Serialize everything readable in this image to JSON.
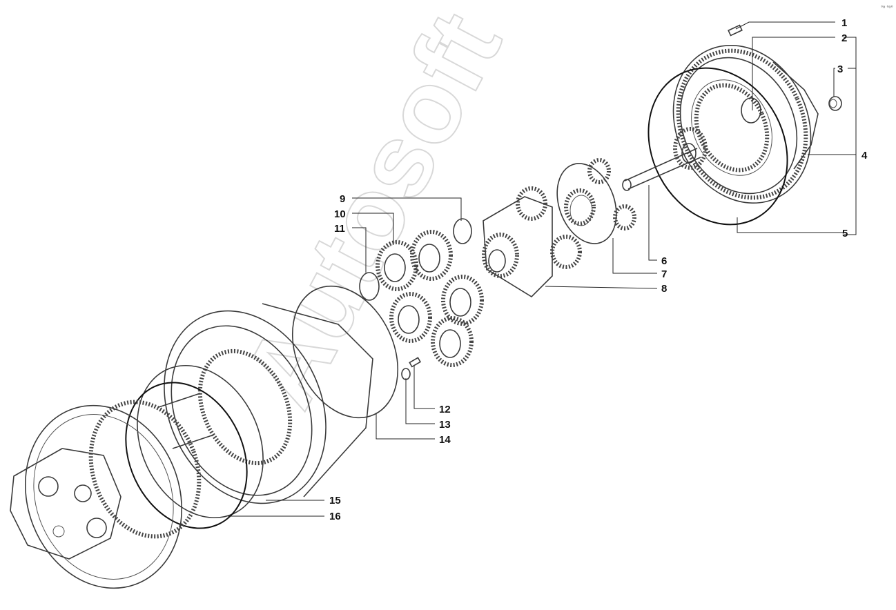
{
  "watermark": "Autosoft",
  "corner_mark": "°º °º°",
  "callouts": [
    {
      "id": "1",
      "label": "1"
    },
    {
      "id": "2",
      "label": "2"
    },
    {
      "id": "3",
      "label": "3"
    },
    {
      "id": "4",
      "label": "4"
    },
    {
      "id": "5",
      "label": "5"
    },
    {
      "id": "6",
      "label": "6"
    },
    {
      "id": "7",
      "label": "7"
    },
    {
      "id": "8",
      "label": "8"
    },
    {
      "id": "9",
      "label": "9"
    },
    {
      "id": "10",
      "label": "10"
    },
    {
      "id": "11",
      "label": "11"
    },
    {
      "id": "12",
      "label": "12"
    },
    {
      "id": "13",
      "label": "13"
    },
    {
      "id": "14",
      "label": "14"
    },
    {
      "id": "15",
      "label": "15"
    },
    {
      "id": "16",
      "label": "16"
    }
  ]
}
